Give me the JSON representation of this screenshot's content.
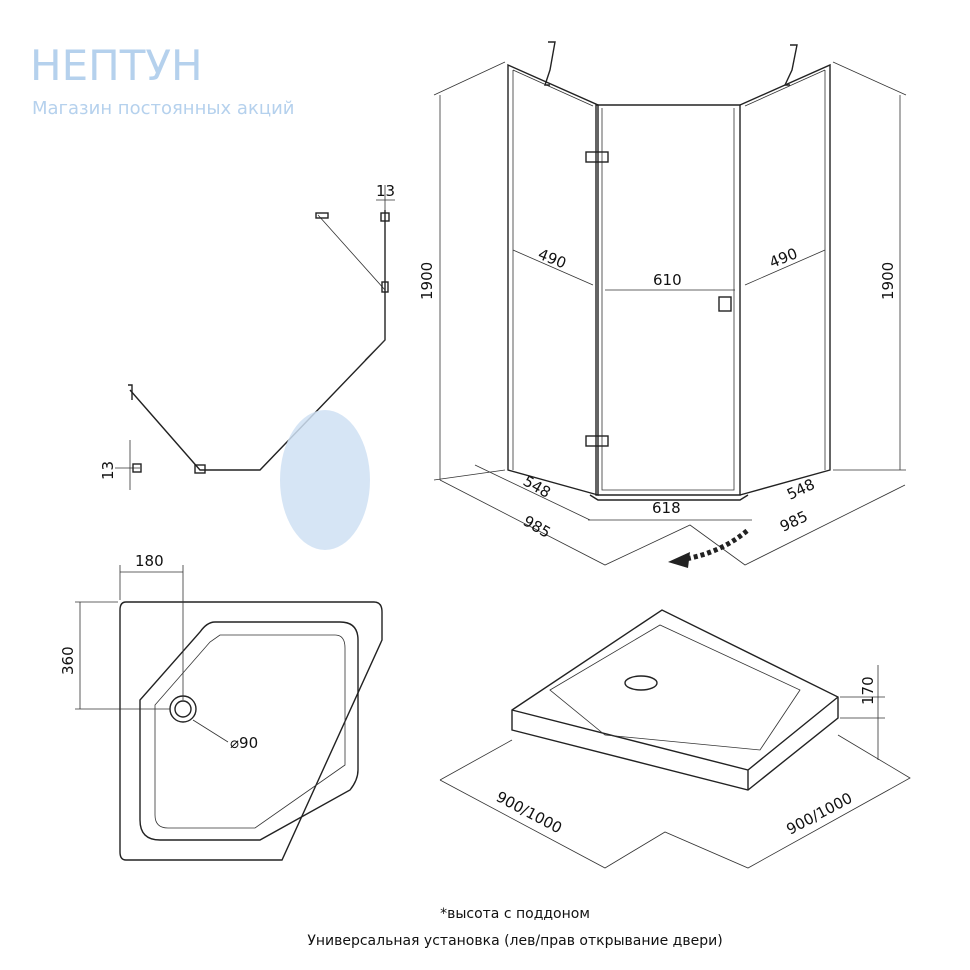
{
  "front_view": {
    "height_left": "1900",
    "height_right": "1900",
    "panel_left_width": "490",
    "panel_right_width": "490",
    "door_width": "610",
    "base_left_548": "548",
    "base_left_985": "985",
    "base_right_548": "548",
    "base_right_985": "985",
    "door_base": "618"
  },
  "plan_view": {
    "wall_gap_top": "13",
    "wall_gap_left": "13"
  },
  "tray_plan": {
    "drain_offset_x": "180",
    "drain_offset_y": "360",
    "drain_diameter": "⌀90"
  },
  "tray_3d": {
    "height": "170",
    "side_left": "900/1000",
    "side_right": "900/1000"
  },
  "watermark": {
    "brand": "НЕПТУН",
    "tagline": "Магазин постоянных акций"
  },
  "notes": {
    "height_note": "*высота с поддоном",
    "install_note": "Универсальная установка (лев/прав открывание двери)"
  }
}
